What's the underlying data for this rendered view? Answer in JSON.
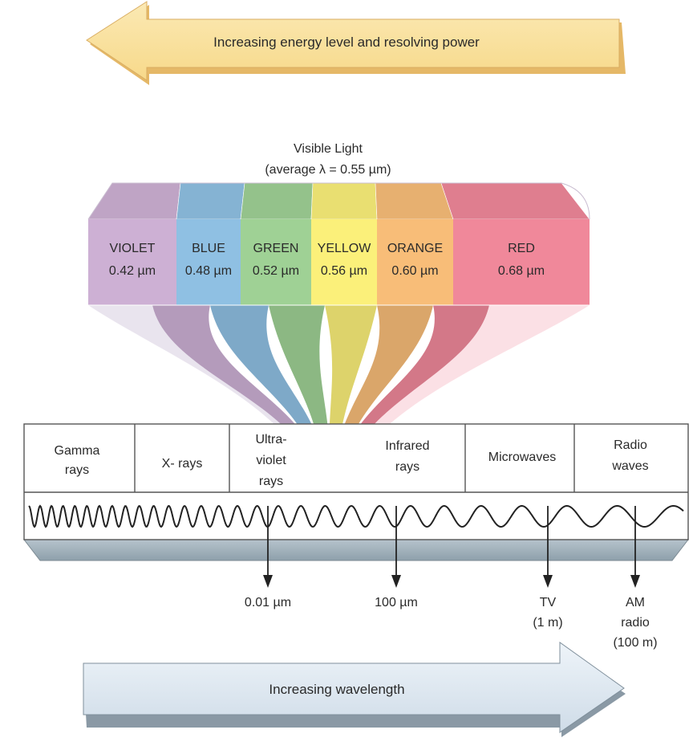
{
  "top_arrow": {
    "label": "Increasing energy level and resolving power"
  },
  "visible_light": {
    "title": "Visible Light",
    "subtitle": "(average λ = 0.55 µm)",
    "bands": [
      {
        "name": "VIOLET",
        "wavelength": "0.42 µm",
        "color": "#cdb0d4"
      },
      {
        "name": "BLUE",
        "wavelength": "0.48 µm",
        "color": "#8fc0e3"
      },
      {
        "name": "GREEN",
        "wavelength": "0.52 µm",
        "color": "#9fd195"
      },
      {
        "name": "YELLOW",
        "wavelength": "0.56 µm",
        "color": "#fbf07a"
      },
      {
        "name": "ORANGE",
        "wavelength": "0.60 µm",
        "color": "#f8bd78"
      },
      {
        "name": "RED",
        "wavelength": "0.68 µm",
        "color": "#f0889a"
      }
    ]
  },
  "spectrum": {
    "regions": [
      {
        "lines": [
          "Gamma",
          "rays"
        ]
      },
      {
        "lines": [
          "X- rays"
        ]
      },
      {
        "lines": [
          "Ultra-",
          "violet",
          "rays"
        ]
      },
      {
        "lines": []
      },
      {
        "lines": [
          "Infrared",
          "rays"
        ]
      },
      {
        "lines": [
          "Microwaves"
        ]
      },
      {
        "lines": [
          "Radio",
          "waves"
        ]
      }
    ]
  },
  "markers": [
    {
      "lines": [
        "0.01 µm"
      ]
    },
    {
      "lines": [
        "100 µm"
      ]
    },
    {
      "lines": [
        "TV",
        "(1 m)"
      ]
    },
    {
      "lines": [
        "AM",
        "radio",
        "(100 m)"
      ]
    }
  ],
  "bottom_arrow": {
    "label": "Increasing wavelength"
  }
}
